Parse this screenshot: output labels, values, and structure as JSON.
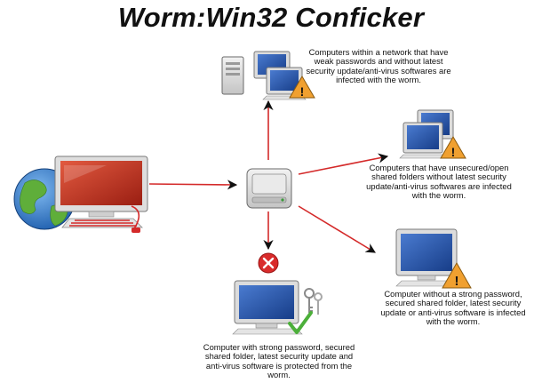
{
  "title": "Worm:Win32 Conficker",
  "captions": {
    "top": "Computers within a network that have weak passwords and without latest security update/anti-virus softwares are infected with the worm.",
    "right": "Computers that have unsecured/open shared folders without latest security update/anti-virus softwares are infected with the worm.",
    "bottom_right": "Computer without a strong password, secured shared folder, latest security update or anti-virus software is infected with the worm.",
    "bottom": "Computer with strong password, secured shared folder, latest security update and anti-virus software is protected from the worm."
  },
  "warning_symbol": "!",
  "icons": {
    "source": "globe-infected-computer-icon",
    "hub": "network-drive-icon",
    "top": "server-and-computers-warning-icon",
    "right": "computers-warning-icon",
    "bottom_right": "computer-warning-icon",
    "bottom": "computer-secured-check-icon",
    "blocked": "red-x-blocked-icon"
  },
  "colors": {
    "arrow_red": "#d42a2a",
    "warning_orange": "#f0a030",
    "screen_red": "#c03020",
    "screen_blue": "#2a5aa8",
    "check_green": "#4caf3a",
    "block_red": "#d92b2b"
  }
}
